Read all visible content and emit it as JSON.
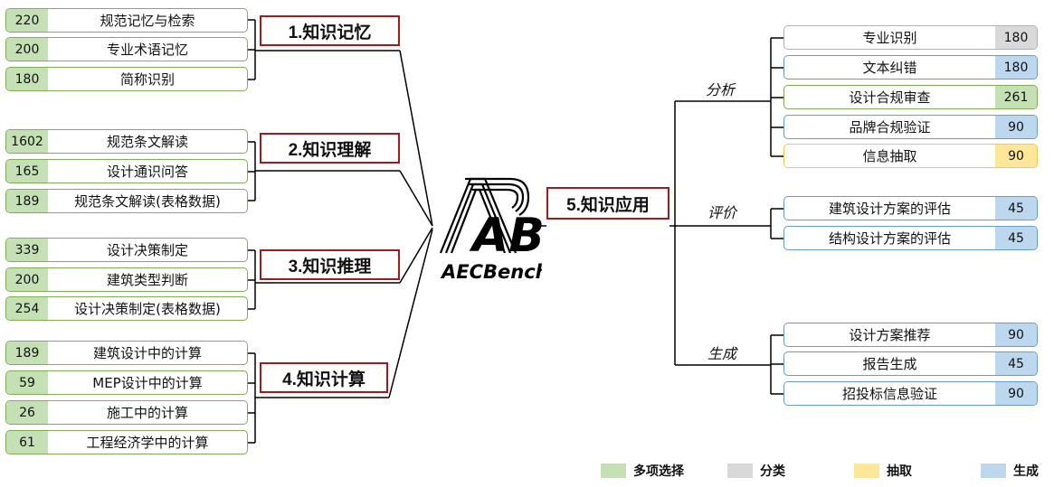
{
  "colors": {
    "multiple_choice": "#c5e0b4",
    "classification": "#d9d9d9",
    "extraction": "#ffe699",
    "generation": "#bdd7ee",
    "category_border": "#a31a1e"
  },
  "logo": {
    "text": "AECBench",
    "mark": "AB"
  },
  "left": [
    {
      "title": "1.知识记忆",
      "items": [
        {
          "num": "220",
          "label": "规范记忆与检索"
        },
        {
          "num": "200",
          "label": "专业术语记忆"
        },
        {
          "num": "180",
          "label": "简称识别"
        }
      ]
    },
    {
      "title": "2.知识理解",
      "items": [
        {
          "num": "1602",
          "label": "规范条文解读"
        },
        {
          "num": "165",
          "label": "设计通识问答"
        },
        {
          "num": "189",
          "label": "规范条文解读(表格数据)"
        }
      ]
    },
    {
      "title": "3.知识推理",
      "items": [
        {
          "num": "339",
          "label": "设计决策制定"
        },
        {
          "num": "200",
          "label": "建筑类型判断"
        },
        {
          "num": "254",
          "label": "设计决策制定(表格数据)"
        }
      ]
    },
    {
      "title": "4.知识计算",
      "items": [
        {
          "num": "189",
          "label": "建筑设计中的计算"
        },
        {
          "num": "59",
          "label": "MEP设计中的计算"
        },
        {
          "num": "26",
          "label": "施工中的计算"
        },
        {
          "num": "61",
          "label": "工程经济学中的计算"
        }
      ]
    }
  ],
  "right": {
    "title": "5.知识应用",
    "groups": [
      {
        "label": "分析",
        "items": [
          {
            "num": "180",
            "label": "专业识别",
            "type": "classification"
          },
          {
            "num": "180",
            "label": "文本纠错",
            "type": "generation"
          },
          {
            "num": "261",
            "label": "设计合规审查",
            "type": "multiple_choice"
          },
          {
            "num": "90",
            "label": "品牌合规验证",
            "type": "generation"
          },
          {
            "num": "90",
            "label": "信息抽取",
            "type": "extraction"
          }
        ]
      },
      {
        "label": "评价",
        "items": [
          {
            "num": "45",
            "label": "建筑设计方案的评估",
            "type": "generation"
          },
          {
            "num": "45",
            "label": "结构设计方案的评估",
            "type": "generation"
          }
        ]
      },
      {
        "label": "生成",
        "items": [
          {
            "num": "90",
            "label": "设计方案推荐",
            "type": "generation"
          },
          {
            "num": "45",
            "label": "报告生成",
            "type": "generation"
          },
          {
            "num": "90",
            "label": "招投标信息验证",
            "type": "generation"
          }
        ]
      }
    ]
  },
  "legend": [
    {
      "label": "多项选择",
      "type": "multiple_choice"
    },
    {
      "label": "分类",
      "type": "classification"
    },
    {
      "label": "抽取",
      "type": "extraction"
    },
    {
      "label": "生成",
      "type": "generation"
    }
  ]
}
